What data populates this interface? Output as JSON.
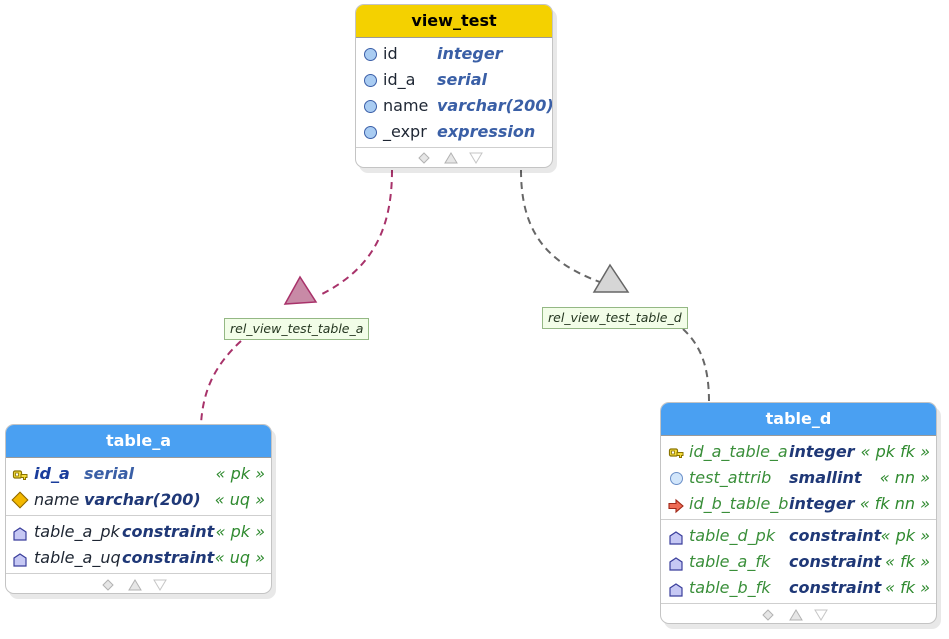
{
  "diagram": {
    "tables": {
      "view_test": {
        "title": "view_test",
        "columns": [
          {
            "name": "id",
            "type": "integer"
          },
          {
            "name": "id_a",
            "type": "serial"
          },
          {
            "name": "name",
            "type": "varchar(200)"
          },
          {
            "name": "_expr",
            "type": "expression"
          }
        ]
      },
      "table_a": {
        "title": "table_a",
        "columns": [
          {
            "name": "id_a",
            "type": "serial",
            "constraints": "« pk »"
          },
          {
            "name": "name",
            "type": "varchar(200)",
            "constraints": "« uq »"
          }
        ],
        "objects": [
          {
            "name": "table_a_pk",
            "type": "constraint",
            "constraints": "« pk »"
          },
          {
            "name": "table_a_uq",
            "type": "constraint",
            "constraints": "« uq »"
          }
        ]
      },
      "table_d": {
        "title": "table_d",
        "columns": [
          {
            "name": "id_a_table_a",
            "type": "integer",
            "constraints": "« pk fk »"
          },
          {
            "name": "test_attrib",
            "type": "smallint",
            "constraints": "« nn »"
          },
          {
            "name": "id_b_table_b",
            "type": "integer",
            "constraints": "« fk nn »"
          }
        ],
        "objects": [
          {
            "name": "table_d_pk",
            "type": "constraint",
            "constraints": "« pk »"
          },
          {
            "name": "table_a_fk",
            "type": "constraint",
            "constraints": "« fk »"
          },
          {
            "name": "table_b_fk",
            "type": "constraint",
            "constraints": "« fk »"
          }
        ]
      }
    },
    "relationships": [
      {
        "label": "rel_view_test_table_a",
        "color": "#a8326a"
      },
      {
        "label": "rel_view_test_table_d",
        "color": "#666666"
      }
    ],
    "colors": {
      "view_header": "#f4d100",
      "table_header": "#4aa0f2"
    }
  }
}
